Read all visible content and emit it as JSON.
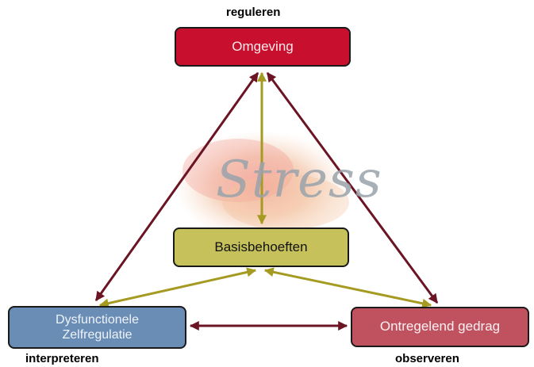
{
  "nodes": {
    "top": {
      "label": "Omgeving",
      "corner_label": "reguleren",
      "color": "#c8102e"
    },
    "center": {
      "label": "Basisbehoeften",
      "color": "#c6c15a"
    },
    "left": {
      "label_line1": "Dysfunctionele",
      "label_line2": "Zelfregulatie",
      "corner_label": "interpreteren",
      "color": "#6a8db6"
    },
    "right": {
      "label": "Ontregelend gedrag",
      "corner_label": "observeren",
      "color": "#c0525f"
    }
  },
  "watermark": {
    "text": "Stress"
  },
  "colors": {
    "outer_arrow": "#6b1424",
    "inner_arrow": "#a59b22",
    "watermark_blob": "#f0b9a3"
  }
}
